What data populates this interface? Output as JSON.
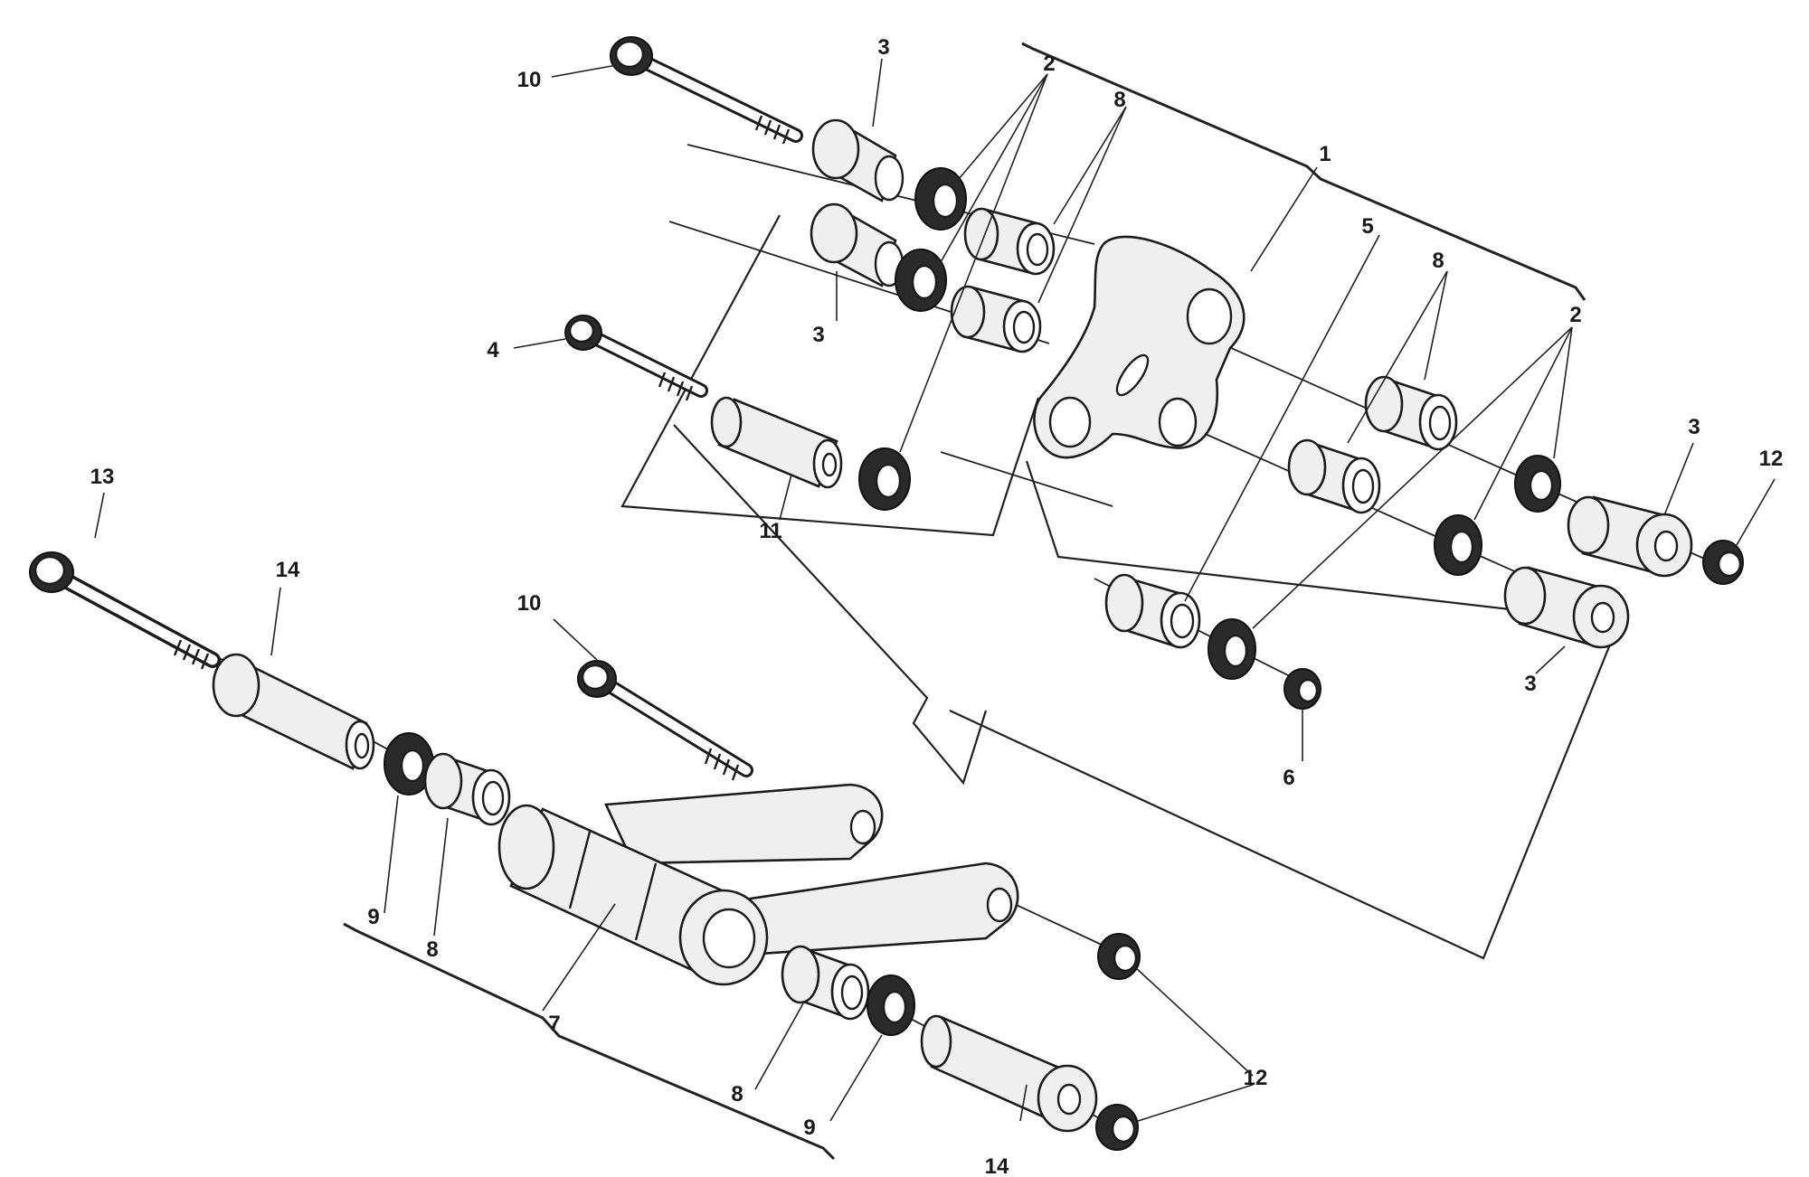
{
  "callouts": {
    "c1": "1",
    "c2a": "2",
    "c2b": "2",
    "c3a": "3",
    "c3b": "3",
    "c3c": "3",
    "c3d": "3",
    "c4": "4",
    "c5": "5",
    "c6": "6",
    "c7": "7",
    "c8a": "8",
    "c8b": "8",
    "c8c": "8",
    "c8d": "8",
    "c9a": "9",
    "c9b": "9",
    "c10a": "10",
    "c10b": "10",
    "c11": "11",
    "c12a": "12",
    "c12b": "12",
    "c13": "13",
    "c14a": "14",
    "c14b": "14"
  },
  "colors": {
    "line": "#1c1c1c",
    "part_fill": "#efefef",
    "background": "#ffffff"
  }
}
